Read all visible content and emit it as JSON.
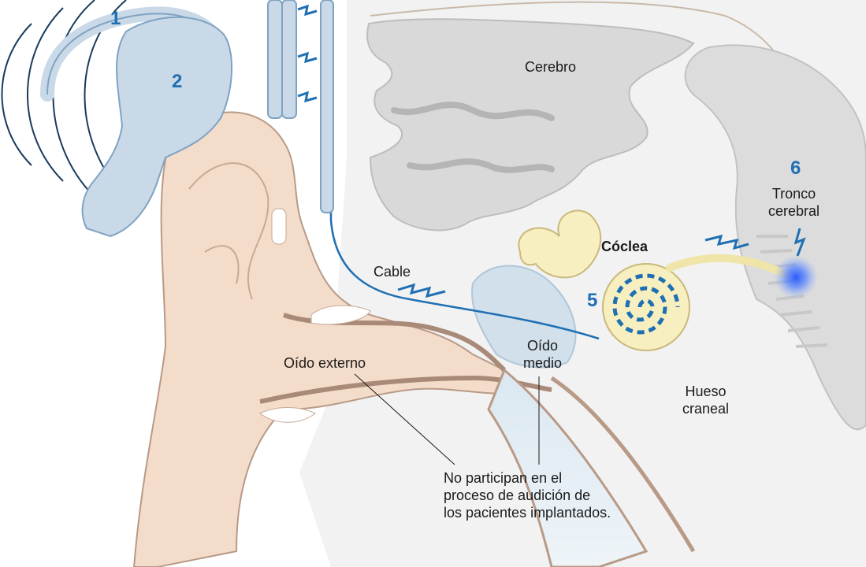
{
  "labels": {
    "brain": "Cerebro",
    "cochlea": "Cóclea",
    "cable": "Cable",
    "outer_ear": "Oído externo",
    "middle_ear_line1": "Oído",
    "middle_ear_line2": "medio",
    "skull_line1": "Hueso",
    "skull_line2": "craneal",
    "brainstem_line1": "Tronco",
    "brainstem_line2": "cerebral",
    "note_line1": "No participan en el",
    "note_line2": "proceso de audición de",
    "note_line3": "los pacientes implantados."
  },
  "markers": {
    "m1": "1",
    "m2": "2",
    "m5": "5",
    "m6": "6"
  },
  "colors": {
    "accent_blue": "#1f6fb3",
    "device_blue": "#c9d9e8",
    "skin": "#f4dccb",
    "brain_gray": "#d9d9d9",
    "cochlea_yellow": "#f7efc0",
    "nerve_yellow": "#f0e5a8"
  }
}
